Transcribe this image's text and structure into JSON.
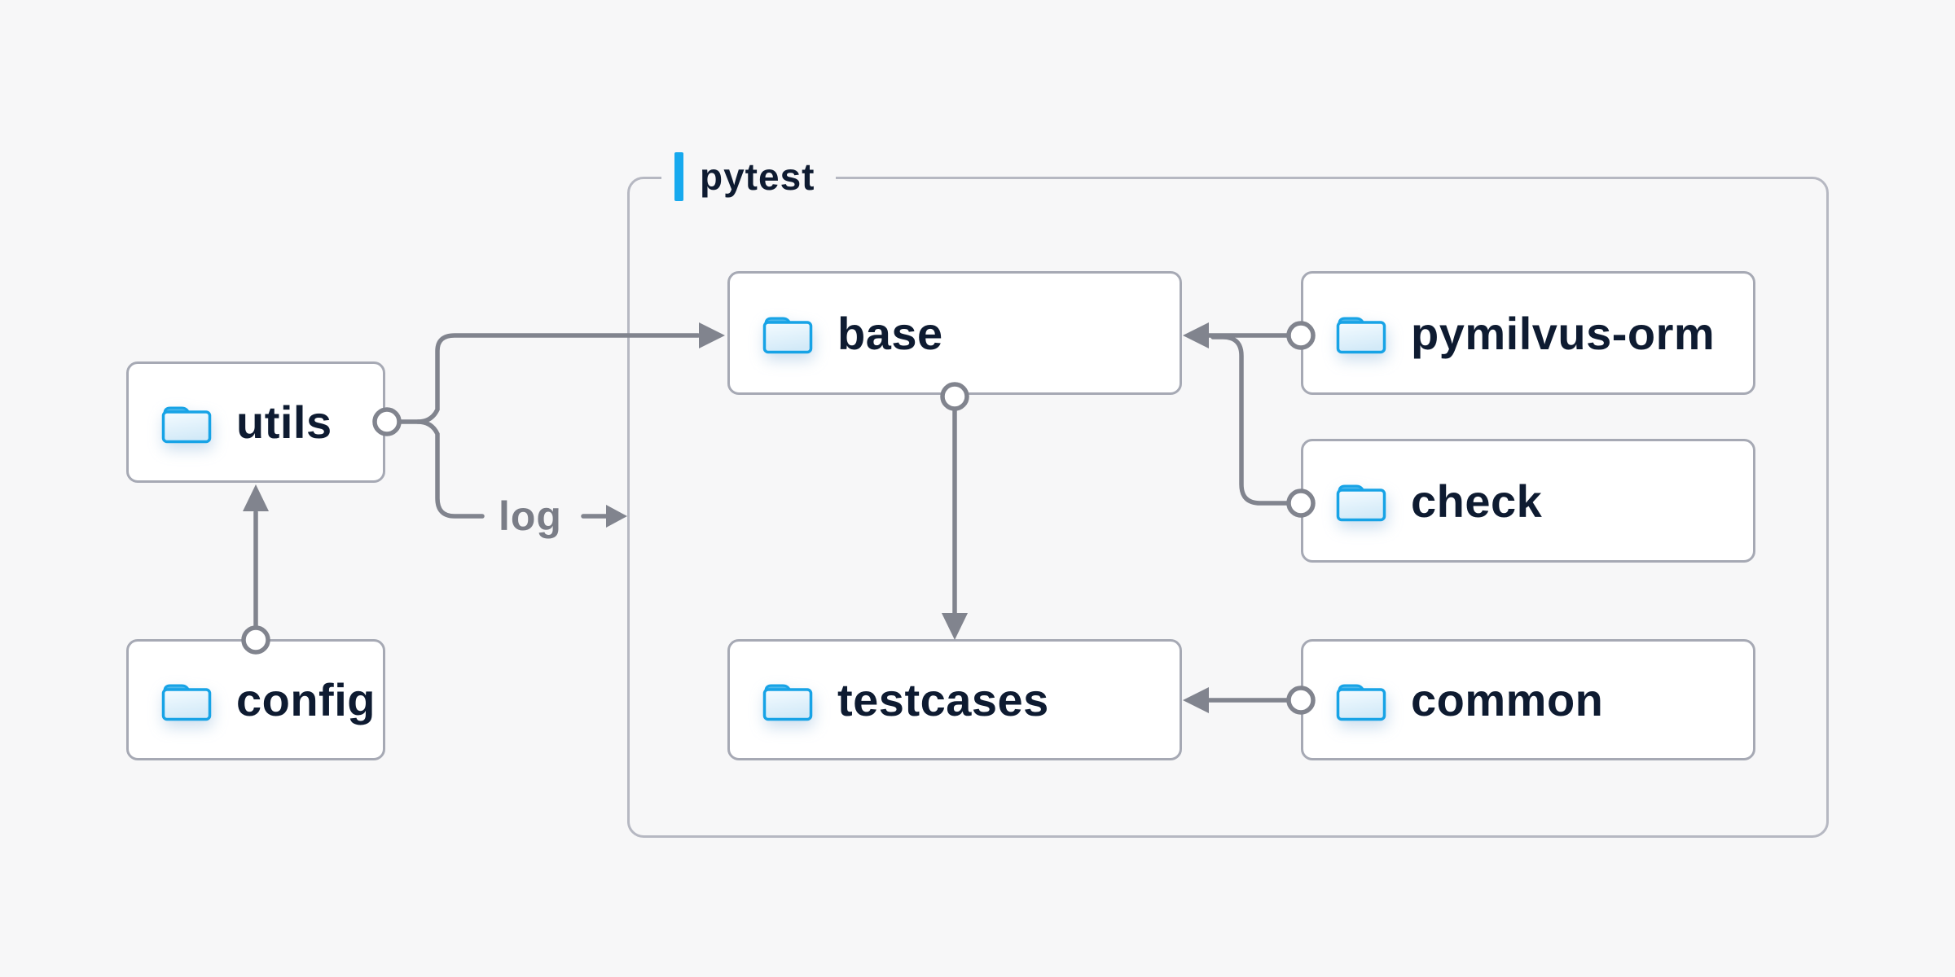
{
  "group": {
    "label": "pytest"
  },
  "nodes": [
    {
      "id": "utils",
      "label": "utils"
    },
    {
      "id": "config",
      "label": "config"
    },
    {
      "id": "base",
      "label": "base"
    },
    {
      "id": "pymilvus-orm",
      "label": "pymilvus-orm"
    },
    {
      "id": "check",
      "label": "check"
    },
    {
      "id": "testcases",
      "label": "testcases"
    },
    {
      "id": "common",
      "label": "common"
    }
  ],
  "edges": [
    {
      "from": "config",
      "to": "utils"
    },
    {
      "from": "utils",
      "to": "base"
    },
    {
      "from": "utils",
      "to": "pytest-group",
      "label": "log"
    },
    {
      "from": "pymilvus-orm",
      "to": "base"
    },
    {
      "from": "check",
      "to": "base"
    },
    {
      "from": "base",
      "to": "testcases"
    },
    {
      "from": "common",
      "to": "testcases"
    }
  ],
  "colors": {
    "background": "#f7f7f8",
    "node_background": "#ffffff",
    "node_border": "#a6a9b4",
    "group_border": "#b6b8c2",
    "connector": "#81848e",
    "accent_blue": "#17a9ee",
    "label_text": "#0e1b31",
    "edge_label_text": "#7a7d87",
    "folder_outline": "#17a3e6",
    "folder_tab": "#4db9ec"
  }
}
